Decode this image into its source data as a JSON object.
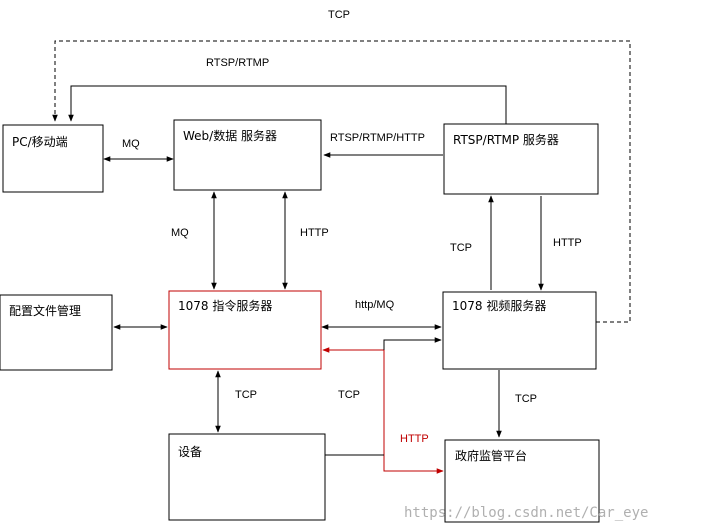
{
  "nodes": {
    "pc": "PC/移动端",
    "web": "Web/数据  服务器",
    "rtsp": "RTSP/RTMP  服务器",
    "config": "配置文件管理",
    "cmd": "1078  指令服务器",
    "video": "1078  视频服务器",
    "device": "设备",
    "gov": "政府监管平台"
  },
  "edges": {
    "tcp_top": "TCP",
    "rtsp_rtmp_top": "RTSP/RTMP",
    "mq_pc_web": "MQ",
    "rtsp_rtmp_http": "RTSP/RTMP/HTTP",
    "mq_web_cmd": "MQ",
    "http_web_cmd": "HTTP",
    "tcp_video_rtsp": "TCP",
    "http_rtsp_video": "HTTP",
    "http_mq_cmd_video": "http/MQ",
    "tcp_cmd_device": "TCP",
    "tcp_device_video": "TCP",
    "http_red": "HTTP",
    "tcp_video_gov": "TCP"
  },
  "colors": {
    "line": "#000000",
    "highlight": "#c00000",
    "watermark": "#b0b0b0"
  },
  "watermark": "https://blog.csdn.net/Car_eye"
}
